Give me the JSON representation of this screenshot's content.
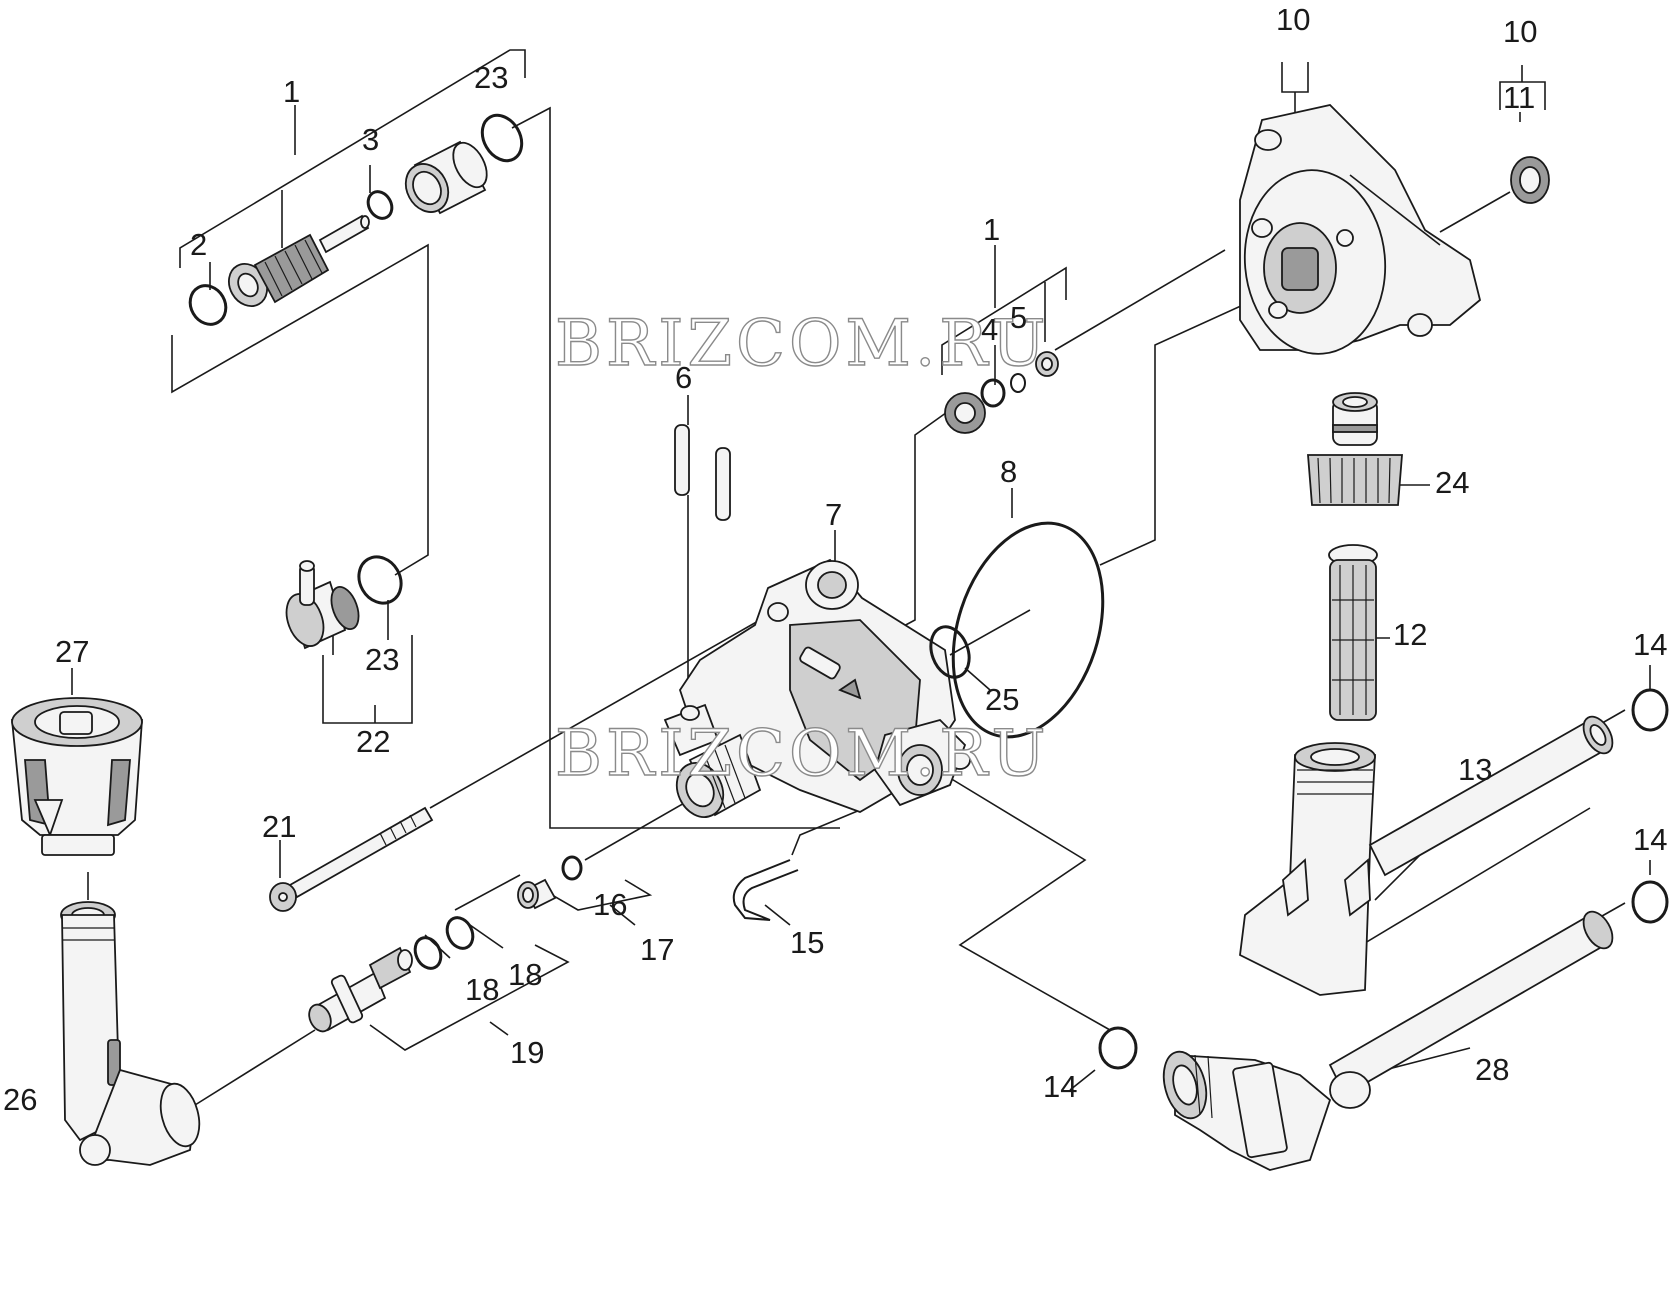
{
  "watermark": "BRIZCOM.RU",
  "callouts": {
    "c1a": "1",
    "c1b": "1",
    "c2": "2",
    "c3": "3",
    "c4": "4",
    "c5": "5",
    "c6": "6",
    "c7": "7",
    "c8": "8",
    "c10a": "10",
    "c10b": "10",
    "c11": "11",
    "c12": "12",
    "c13": "13",
    "c14a": "14",
    "c14b": "14",
    "c14c": "14",
    "c15": "15",
    "c16": "16",
    "c17": "17",
    "c18a": "18",
    "c18b": "18",
    "c19": "19",
    "c21": "21",
    "c22": "22",
    "c23a": "23",
    "c23b": "23",
    "c24": "24",
    "c25": "25",
    "c26": "26",
    "c27": "27",
    "c28": "28"
  }
}
